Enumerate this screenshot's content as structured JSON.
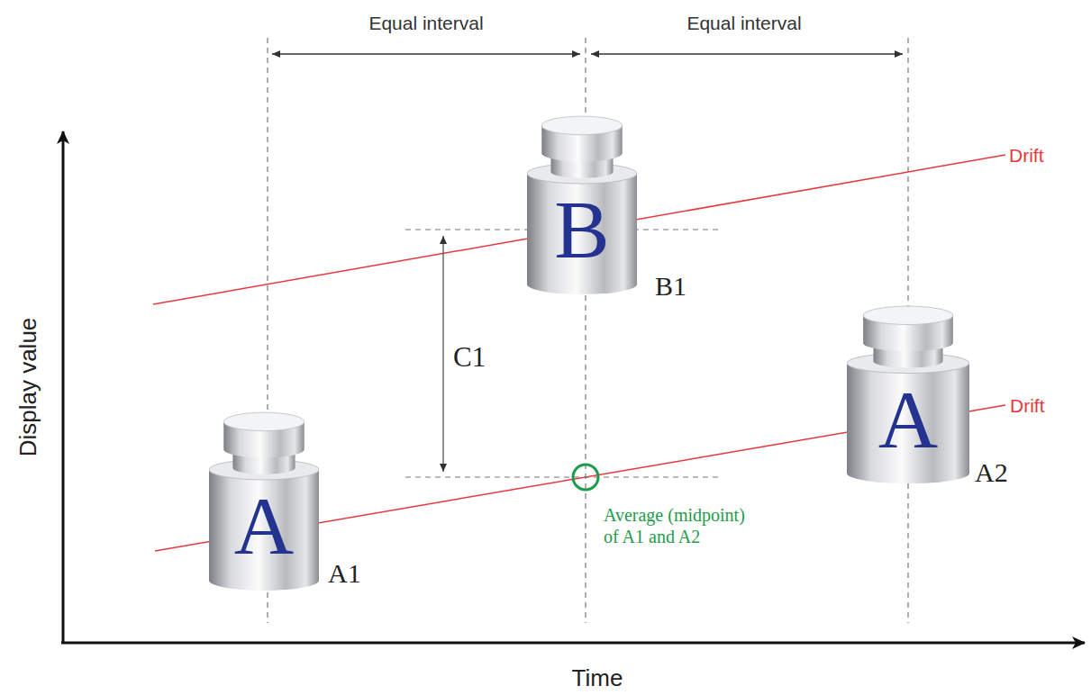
{
  "diagram": {
    "nodes": [
      {
        "text": [
          "A",
          "A1"
        ]
      },
      {
        "text": [
          "B",
          "B1"
        ]
      },
      {
        "text": [
          "A",
          "A2"
        ]
      }
    ],
    "labels": [
      "Equal interval",
      "Equal interval",
      "Drift",
      "Drift",
      "C1",
      "Average (midpoint) of A1 and A2",
      "Display value",
      "Time"
    ]
  }
}
